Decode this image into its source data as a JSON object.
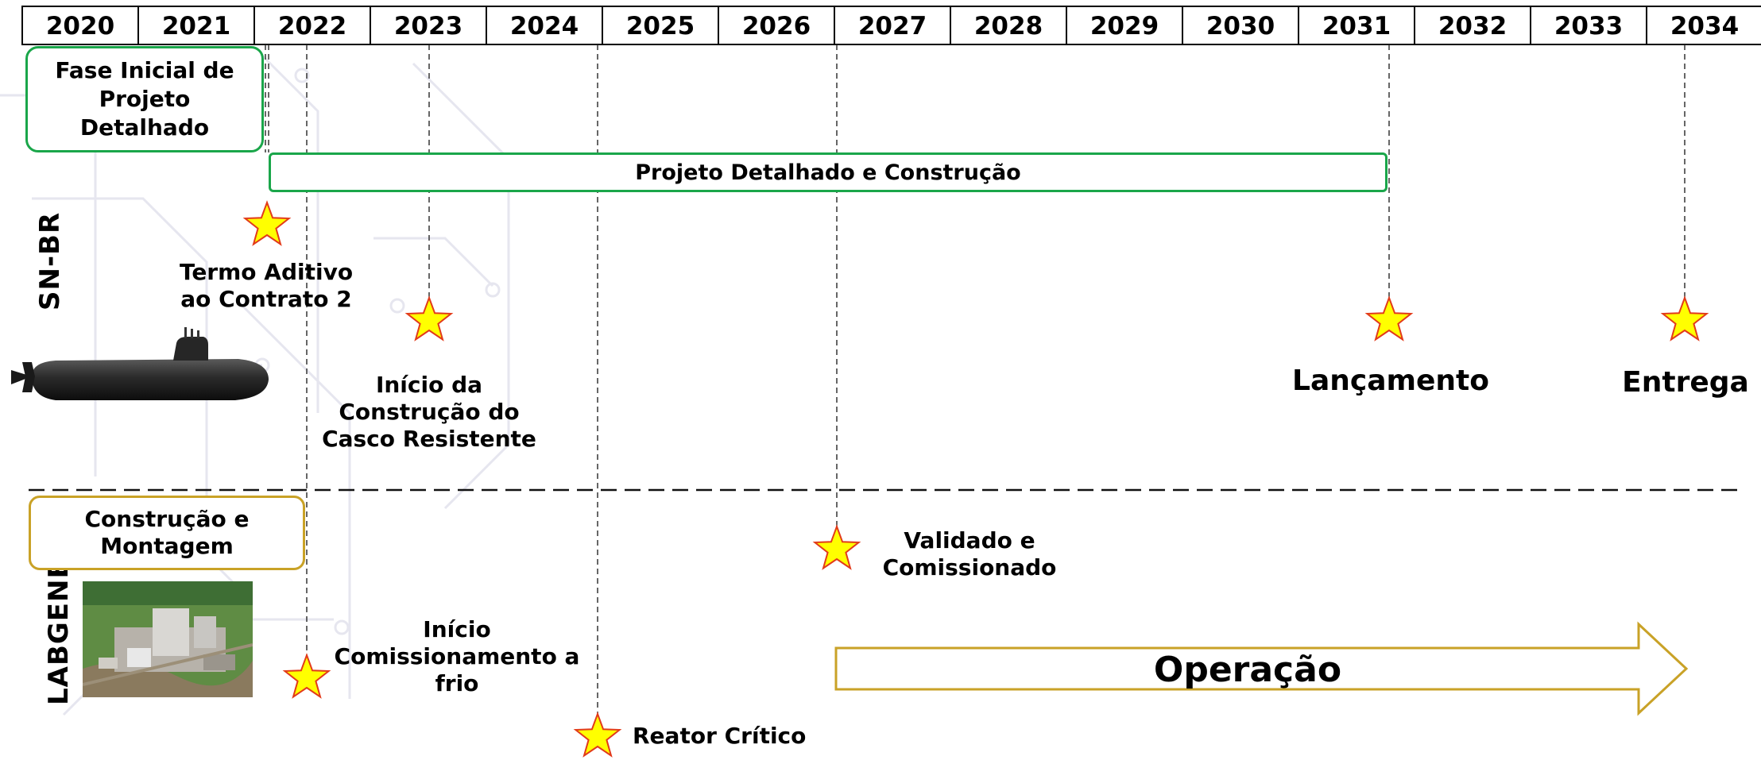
{
  "years": [
    "2020",
    "2021",
    "2022",
    "2023",
    "2024",
    "2025",
    "2026",
    "2027",
    "2028",
    "2029",
    "2030",
    "2031",
    "2032",
    "2033",
    "2034"
  ],
  "colors": {
    "green": "#1aa64a",
    "gold": "#c9a227",
    "star_fill": "#ffff00",
    "star_stroke": "#e23a1a",
    "line": "#000000"
  },
  "sections": {
    "sn_br": "SN-BR",
    "labgene": "LABGENE"
  },
  "phases": {
    "fase_inicial": "Fase Inicial de\nProjeto\nDetalhado",
    "projeto_construcao": "Projeto Detalhado e Construção",
    "construcao_montagem": "Construção e\nMontagem",
    "operacao": "Operação"
  },
  "milestones": {
    "termo_aditivo": "Termo Aditivo\nao Contrato 2",
    "inicio_construcao": "Início da\nConstrução do\nCasco Resistente",
    "lancamento": "Lançamento",
    "entrega": "Entrega",
    "validado": "Validado e\nComissionado",
    "inicio_comissionamento": "Início\nComissionamento a\nfrio",
    "reator_critico": "Reator Crítico"
  },
  "icons": {
    "star": "star-icon",
    "submarine": "submarine-image",
    "facility": "facility-photo"
  }
}
